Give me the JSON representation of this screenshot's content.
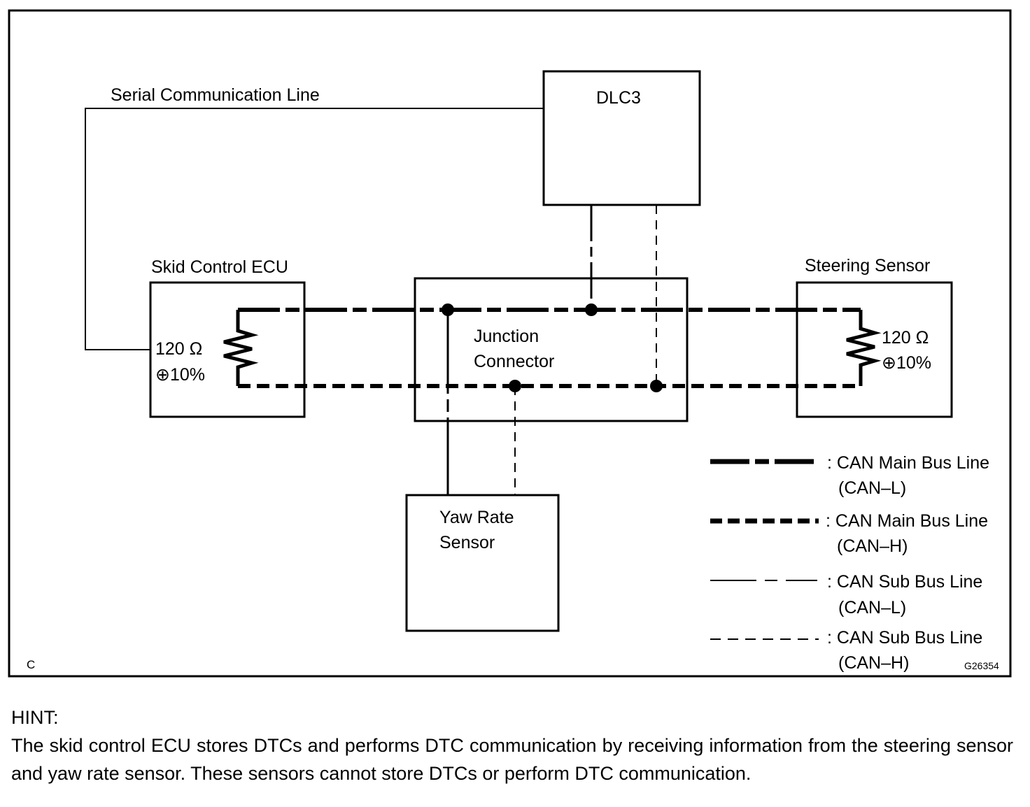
{
  "diagram": {
    "serial_line_label": "Serial Communication Line",
    "dlc3_label": "DLC3",
    "skid_ecu_label": "Skid Control ECU",
    "steering_sensor_label": "Steering Sensor",
    "junction_line1": "Junction",
    "junction_line2": "Connector",
    "yaw_line1": "Yaw Rate",
    "yaw_line2": "Sensor",
    "skid_resistor_value": "120 Ω",
    "skid_resistor_tol": "⊕10%",
    "steering_resistor_value": "120 Ω",
    "steering_resistor_tol": "⊕10%",
    "corner_mark": "C",
    "figure_id": "G26354"
  },
  "legend": [
    {
      "label": ": CAN Main Bus Line",
      "sub": "(CAN–L)",
      "style": "main-l"
    },
    {
      "label": ": CAN Main Bus Line",
      "sub": "(CAN–H)",
      "style": "main-h"
    },
    {
      "label": ": CAN Sub Bus Line",
      "sub": "(CAN–L)",
      "style": "sub-l"
    },
    {
      "label": ": CAN Sub Bus Line",
      "sub": "(CAN–H)",
      "style": "sub-h"
    }
  ],
  "hint": {
    "title": "HINT:",
    "body": "The skid control ECU stores DTCs and performs DTC communication by receiving information from the steering sensor and yaw rate sensor. These sensors cannot store DTCs or perform DTC communication."
  }
}
